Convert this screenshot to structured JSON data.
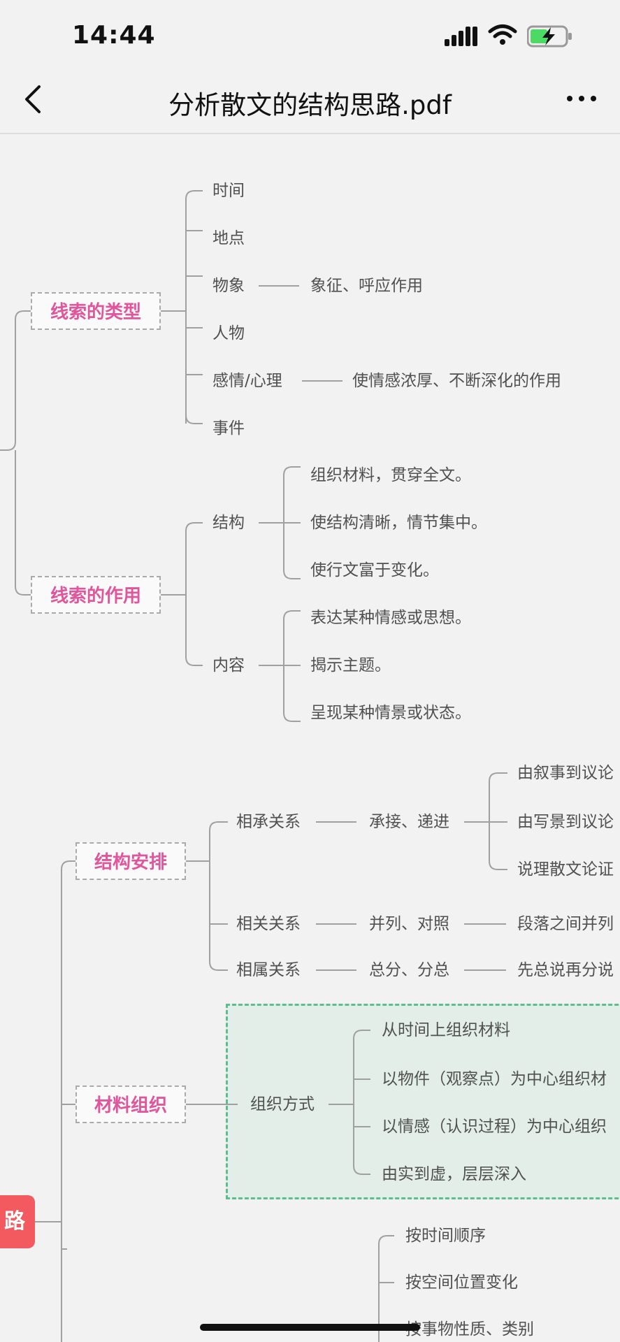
{
  "status_bar": {
    "time": "14:44"
  },
  "nav": {
    "title": "分析散文的结构思路.pdf"
  },
  "mindmap": {
    "clue_types": {
      "title": "线索的类型",
      "items": [
        "时间",
        "地点",
        "物象",
        "人物",
        "感情/心理",
        "事件"
      ],
      "wuxiang_note": "象征、呼应作用",
      "qinggan_note": "使情感浓厚、不断深化的作用"
    },
    "clue_functions": {
      "title": "线索的作用",
      "jiegou": {
        "label": "结构",
        "items": [
          "组织材料，贯穿全文。",
          "使结构清晰，情节集中。",
          "使行文富于变化。"
        ]
      },
      "neirong": {
        "label": "内容",
        "items": [
          "表达某种情感或思想。",
          "揭示主题。",
          "呈现某种情景或状态。"
        ]
      }
    },
    "structure": {
      "title": "结构安排",
      "chengcheng": {
        "label": "相承关系",
        "mid": "承接、递进",
        "items": [
          "由叙事到议论",
          "由写景到议论",
          "说理散文论证"
        ]
      },
      "xiangguan": {
        "label": "相关关系",
        "mid": "并列、对照",
        "right": "段落之间并列"
      },
      "xiangshu": {
        "label": "相属关系",
        "mid": "总分、分总",
        "right": "先总说再分说"
      }
    },
    "material": {
      "title": "材料组织",
      "method": "组织方式",
      "items": [
        "从时间上组织材料",
        "以物件（观察点）为中心组织材",
        "以情感（认识过程）为中心组织",
        "由实到虚，层层深入"
      ]
    },
    "root_partial": "路",
    "order": {
      "items": [
        "按时间顺序",
        "按空间位置变化",
        "按事物性质、类别"
      ]
    }
  },
  "colors": {
    "topic": "#e0559b",
    "root": "#f25a5f",
    "green_border": "#5cbf87",
    "line": "#a0a0a0"
  }
}
